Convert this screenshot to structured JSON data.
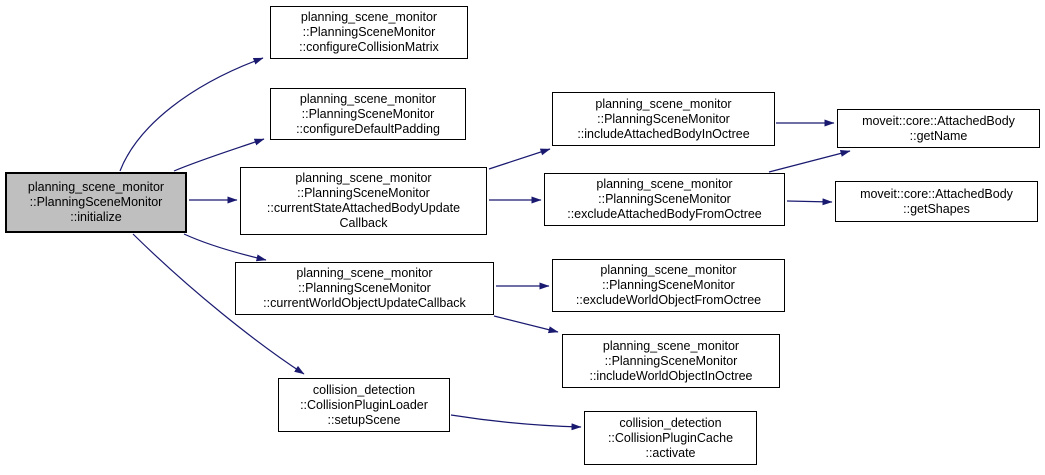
{
  "diagram": {
    "type": "doxygen-call-graph",
    "colors": {
      "edge": "#191970",
      "node_border": "#000000",
      "node_fill": "#ffffff",
      "root_node_fill": "#bfbfbf",
      "text": "#000000",
      "background": "#ffffff"
    },
    "nodes": [
      {
        "id": "initialize",
        "root": true,
        "label": "planning_scene_monitor\n::PlanningSceneMonitor\n::initialize"
      },
      {
        "id": "configureCollisionMatrix",
        "label": "planning_scene_monitor\n::PlanningSceneMonitor\n::configureCollisionMatrix"
      },
      {
        "id": "configureDefaultPadding",
        "label": "planning_scene_monitor\n::PlanningSceneMonitor\n::configureDefaultPadding"
      },
      {
        "id": "currentStateAttachedBodyUpdateCallback",
        "label": "planning_scene_monitor\n::PlanningSceneMonitor\n::currentStateAttachedBodyUpdate\nCallback"
      },
      {
        "id": "currentWorldObjectUpdateCallback",
        "label": "planning_scene_monitor\n::PlanningSceneMonitor\n::currentWorldObjectUpdateCallback"
      },
      {
        "id": "setupScene",
        "label": "collision_detection\n::CollisionPluginLoader\n::setupScene"
      },
      {
        "id": "includeAttachedBodyInOctree",
        "label": "planning_scene_monitor\n::PlanningSceneMonitor\n::includeAttachedBodyInOctree"
      },
      {
        "id": "excludeAttachedBodyFromOctree",
        "label": "planning_scene_monitor\n::PlanningSceneMonitor\n::excludeAttachedBodyFromOctree"
      },
      {
        "id": "excludeWorldObjectFromOctree",
        "label": "planning_scene_monitor\n::PlanningSceneMonitor\n::excludeWorldObjectFromOctree"
      },
      {
        "id": "includeWorldObjectInOctree",
        "label": "planning_scene_monitor\n::PlanningSceneMonitor\n::includeWorldObjectInOctree"
      },
      {
        "id": "activate",
        "label": "collision_detection\n::CollisionPluginCache\n::activate"
      },
      {
        "id": "getName",
        "label": "moveit::core::AttachedBody\n::getName"
      },
      {
        "id": "getShapes",
        "label": "moveit::core::AttachedBody\n::getShapes"
      }
    ],
    "edges": [
      {
        "from": "initialize",
        "to": "configureCollisionMatrix"
      },
      {
        "from": "initialize",
        "to": "configureDefaultPadding"
      },
      {
        "from": "initialize",
        "to": "currentStateAttachedBodyUpdateCallback"
      },
      {
        "from": "initialize",
        "to": "currentWorldObjectUpdateCallback"
      },
      {
        "from": "initialize",
        "to": "setupScene"
      },
      {
        "from": "currentStateAttachedBodyUpdateCallback",
        "to": "includeAttachedBodyInOctree"
      },
      {
        "from": "currentStateAttachedBodyUpdateCallback",
        "to": "excludeAttachedBodyFromOctree"
      },
      {
        "from": "currentWorldObjectUpdateCallback",
        "to": "excludeWorldObjectFromOctree"
      },
      {
        "from": "currentWorldObjectUpdateCallback",
        "to": "includeWorldObjectInOctree"
      },
      {
        "from": "setupScene",
        "to": "activate"
      },
      {
        "from": "includeAttachedBodyInOctree",
        "to": "getName"
      },
      {
        "from": "excludeAttachedBodyFromOctree",
        "to": "getName"
      },
      {
        "from": "excludeAttachedBodyFromOctree",
        "to": "getShapes"
      }
    ]
  }
}
